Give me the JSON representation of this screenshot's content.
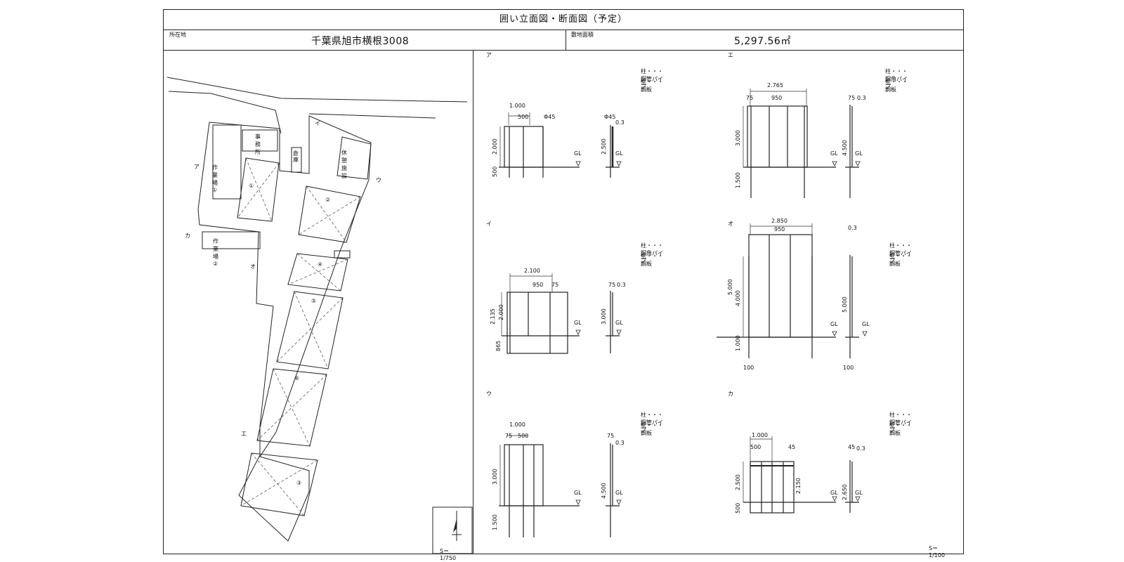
{
  "title": "囲い立面図・断面図（予定）",
  "location": {
    "label": "所在地",
    "value": "千葉県旭市横根3008"
  },
  "area": {
    "label": "敷地面積",
    "value": "5,297.56㎡"
  },
  "site_plan": {
    "buildings": [
      "事務所",
      "作業場①",
      "作業場②",
      "休憩施設",
      "倉庫"
    ],
    "zones": [
      "①",
      "②",
      "③",
      "④",
      "⑤",
      "⑥"
    ],
    "markers": [
      "ア",
      "イ",
      "ウ",
      "エ",
      "オ",
      "カ"
    ],
    "scale": "S＝1/750"
  },
  "details": {
    "scale": "S＝1/100",
    "gl": "GL",
    "a": {
      "id": "ア",
      "spec1": "柱・・・鋼管パイプ",
      "spec2": "壁・・・鋼板",
      "dims": {
        "w": "1.000",
        "sub": "500",
        "phi": "Φ45",
        "phi2": "Φ45",
        "t": "0.3",
        "h": "2.000",
        "b": "500",
        "h2": "2.500"
      }
    },
    "i": {
      "id": "イ",
      "spec1": "柱・・・鋼角パイプ",
      "spec2": "壁・・・鋼板",
      "dims": {
        "w": "2.100",
        "sub": "950",
        "p": "75",
        "p2": "75",
        "t": "0.3",
        "h": "2.135",
        "h1": "2.000",
        "b": "865",
        "h2": "3.000"
      }
    },
    "u": {
      "id": "ウ",
      "spec1": "柱・・・鋼管パイプ",
      "spec2": "壁・・・鋼板",
      "dims": {
        "w": "1.000",
        "p": "75",
        "sub": "500",
        "p2": "75",
        "t": "0.3",
        "h": "3.000",
        "b": "1.500",
        "h2": "4.500"
      }
    },
    "e": {
      "id": "エ",
      "spec1": "柱・・・鋼角パイプ",
      "spec2": "壁・・・鋼板",
      "dims": {
        "w": "2.765",
        "p": "75",
        "sub": "950",
        "p2": "75",
        "t": "0.3",
        "h": "3.000",
        "b": "1.500",
        "h2": "4.500"
      }
    },
    "o": {
      "id": "オ",
      "spec1": "柱・・・鋼管パイプ",
      "spec2": "壁・・・鋼板",
      "dims": {
        "w": "2.850",
        "sub": "950",
        "t": "0.3",
        "h": "5.000",
        "h1": "4.000",
        "b": "1.000",
        "f": "100",
        "f2": "100",
        "h2": "5.000"
      }
    },
    "ka": {
      "id": "カ",
      "spec1": "柱・・・鋼管パイプ",
      "spec2": "壁・・・鋼板",
      "dims": {
        "w": "1.000",
        "sub": "500",
        "p": "45",
        "p2": "45",
        "t": "0.3",
        "h": "2.500",
        "b": "500",
        "h1": "2.150",
        "h2": "2.650"
      }
    }
  }
}
